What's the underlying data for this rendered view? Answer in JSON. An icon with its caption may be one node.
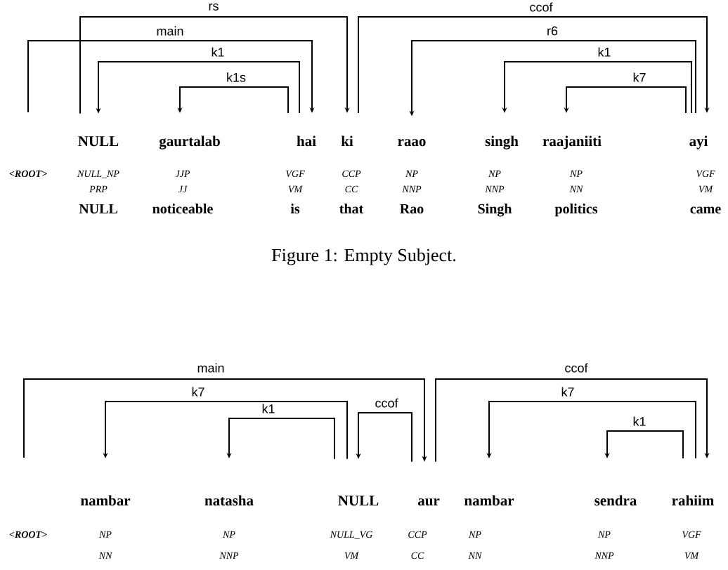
{
  "diagram": {
    "caption": "Figure 1: Empty Subject.",
    "nodes": [
      {
        "text": [
          "NULL"
        ]
      },
      {
        "text": [
          "gaurtalab"
        ]
      },
      {
        "text": [
          "hai"
        ]
      },
      {
        "text": [
          "ki"
        ]
      },
      {
        "text": [
          "raao"
        ]
      },
      {
        "text": [
          "singh"
        ]
      },
      {
        "text": [
          "raajaniiti"
        ]
      },
      {
        "text": [
          "ayi"
        ]
      },
      {
        "text": [
          "nambar"
        ]
      },
      {
        "text": [
          "natasha"
        ]
      },
      {
        "text": [
          "NULL"
        ]
      },
      {
        "text": [
          "aur"
        ]
      },
      {
        "text": [
          "nambar"
        ]
      },
      {
        "text": [
          "sendra"
        ]
      },
      {
        "text": [
          "rahiim"
        ]
      }
    ],
    "edges": [
      {
        "from": 0,
        "to": 3,
        "arrow": "to",
        "label": "rs"
      },
      {
        "from": null,
        "to": 2,
        "arrow": "to",
        "label": "main"
      },
      {
        "from": 2,
        "to": 0,
        "arrow": "to",
        "label": "k1"
      },
      {
        "from": 2,
        "to": 1,
        "arrow": "to",
        "label": "k1s"
      },
      {
        "from": 3,
        "to": 7,
        "arrow": "to",
        "label": "ccof"
      },
      {
        "from": 7,
        "to": 4,
        "arrow": "to",
        "label": "r6"
      },
      {
        "from": 7,
        "to": 5,
        "arrow": "to",
        "label": "k1"
      },
      {
        "from": 7,
        "to": 6,
        "arrow": "to",
        "label": "k7"
      },
      {
        "from": null,
        "to": 11,
        "arrow": "to",
        "label": "main"
      },
      {
        "from": 10,
        "to": 8,
        "arrow": "to",
        "label": "k7"
      },
      {
        "from": 10,
        "to": 9,
        "arrow": "to",
        "label": "k1"
      },
      {
        "from": 11,
        "to": 10,
        "arrow": "to",
        "label": "ccof"
      },
      {
        "from": 11,
        "to": 14,
        "arrow": "to",
        "label": "ccof"
      },
      {
        "from": 14,
        "to": 12,
        "arrow": "to",
        "label": "k7"
      },
      {
        "from": 14,
        "to": 13,
        "arrow": "to",
        "label": "k1"
      }
    ],
    "labels": [
      "<ROOT>",
      "NULL_NP",
      "JJP",
      "VGF",
      "CCP",
      "NP",
      "NP",
      "NP",
      "VGF",
      "PRP",
      "JJ",
      "VM",
      "CC",
      "NNP",
      "NNP",
      "NN",
      "VM",
      "NULL",
      "noticeable",
      "is",
      "that",
      "Rao",
      "Singh",
      "politics",
      "came",
      "<ROOT>",
      "NP",
      "NP",
      "NULL_VG",
      "CCP",
      "NP",
      "NP",
      "VGF",
      "NN",
      "NNP",
      "VM",
      "CC",
      "NN",
      "NNP",
      "VM"
    ]
  }
}
